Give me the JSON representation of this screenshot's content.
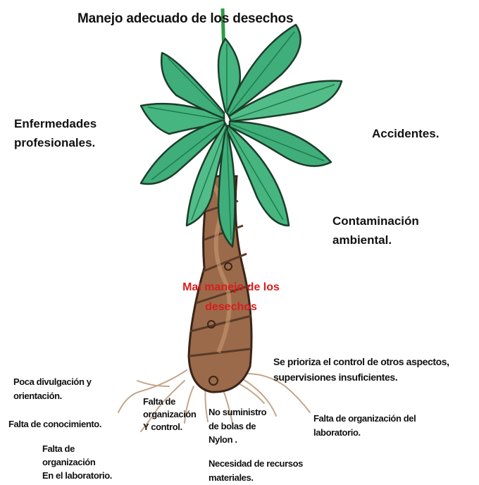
{
  "title": "Manejo adecuado de los desechos",
  "center_problem": [
    "Mal manejo de los",
    "desechos"
  ],
  "effects": {
    "enfermedades": [
      "Enfermedades",
      "profesionales."
    ],
    "accidentes": [
      "Accidentes."
    ],
    "contaminacion": [
      "Contaminación",
      "ambiental."
    ]
  },
  "causes": {
    "prioriza": [
      "Se prioriza el control de otros aspectos,",
      "supervisiones insuficientes."
    ],
    "divulgacion": [
      "Poca divulgación y",
      "orientación."
    ],
    "conocimiento": [
      "Falta de conocimiento."
    ],
    "org_control": [
      "Falta de",
      "organización",
      "Y control."
    ],
    "nylon": [
      "No suministro",
      "de bolas de",
      "Nylon ."
    ],
    "org_lab": [
      "Falta de organización del",
      "laboratorio."
    ],
    "org_en_lab": [
      "Falta de",
      "organización",
      "En el laboratorio."
    ],
    "recursos": [
      "Necesidad de recursos",
      "materiales."
    ]
  },
  "colors": {
    "text": "#111111",
    "center_text": "#d81e1e",
    "leaf": "#3fae7a",
    "leaf_dark": "#1f7a4d",
    "trunk": "#9a6a4a",
    "trunk_dark": "#5a3a28",
    "root": "#c4a68a"
  }
}
